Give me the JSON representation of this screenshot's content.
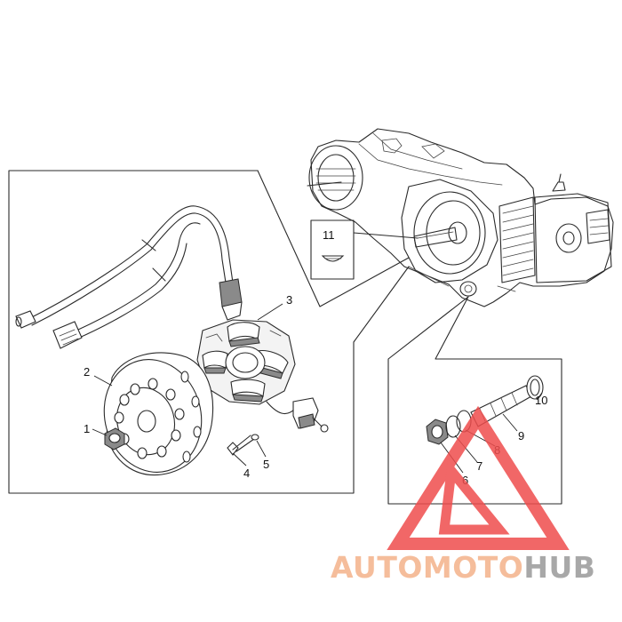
{
  "callouts": [
    {
      "id": "1",
      "label": "1"
    },
    {
      "id": "2",
      "label": "2"
    },
    {
      "id": "3",
      "label": "3"
    },
    {
      "id": "4",
      "label": "4"
    },
    {
      "id": "5",
      "label": "5"
    },
    {
      "id": "6",
      "label": "6"
    },
    {
      "id": "7",
      "label": "7"
    },
    {
      "id": "8",
      "label": "8"
    },
    {
      "id": "9",
      "label": "9"
    },
    {
      "id": "10",
      "label": "10"
    },
    {
      "id": "11",
      "label": "11"
    }
  ],
  "watermark": {
    "part1": "AUTO",
    "part2": "MOTO",
    "part3": "HUB",
    "color_light": "#f4b28a",
    "color_dark": "#9a9a9a",
    "triangle_color": "#ef4d4d"
  }
}
